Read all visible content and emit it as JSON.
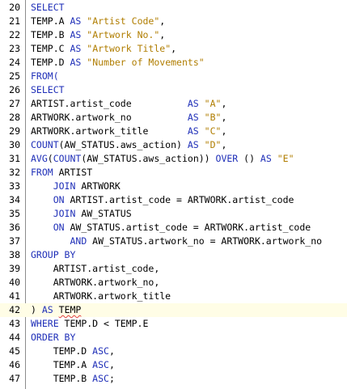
{
  "editor": {
    "language": "sql",
    "colors": {
      "keyword": "#1f2fb8",
      "string": "#b07d00",
      "text": "#000000",
      "current_line": "#fffde6",
      "squiggle": "#e04040"
    },
    "current_line": 42,
    "lines": [
      {
        "n": "20",
        "tokens": [
          {
            "t": "SELECT",
            "c": "kw"
          }
        ]
      },
      {
        "n": "21",
        "tokens": [
          {
            "t": "TEMP.A ",
            "c": "tx"
          },
          {
            "t": "AS",
            "c": "kw"
          },
          {
            "t": " ",
            "c": "tx"
          },
          {
            "t": "\"Artist Code\"",
            "c": "str"
          },
          {
            "t": ",",
            "c": "tx"
          }
        ]
      },
      {
        "n": "22",
        "tokens": [
          {
            "t": "TEMP.B ",
            "c": "tx"
          },
          {
            "t": "AS",
            "c": "kw"
          },
          {
            "t": " ",
            "c": "tx"
          },
          {
            "t": "\"Artwork No.\"",
            "c": "str"
          },
          {
            "t": ",",
            "c": "tx"
          }
        ]
      },
      {
        "n": "23",
        "tokens": [
          {
            "t": "TEMP.C ",
            "c": "tx"
          },
          {
            "t": "AS",
            "c": "kw"
          },
          {
            "t": " ",
            "c": "tx"
          },
          {
            "t": "\"Artwork Title\"",
            "c": "str"
          },
          {
            "t": ",",
            "c": "tx"
          }
        ]
      },
      {
        "n": "24",
        "tokens": [
          {
            "t": "TEMP.D ",
            "c": "tx"
          },
          {
            "t": "AS",
            "c": "kw"
          },
          {
            "t": " ",
            "c": "tx"
          },
          {
            "t": "\"Number of Movements\"",
            "c": "str"
          }
        ]
      },
      {
        "n": "25",
        "tokens": [
          {
            "t": "FROM(",
            "c": "kw"
          }
        ]
      },
      {
        "n": "26",
        "tokens": [
          {
            "t": "SELECT",
            "c": "kw"
          }
        ]
      },
      {
        "n": "27",
        "tokens": [
          {
            "t": "ARTIST.artist_code          ",
            "c": "tx"
          },
          {
            "t": "AS",
            "c": "kw"
          },
          {
            "t": " ",
            "c": "tx"
          },
          {
            "t": "\"A\"",
            "c": "str"
          },
          {
            "t": ",",
            "c": "tx"
          }
        ]
      },
      {
        "n": "28",
        "tokens": [
          {
            "t": "ARTWORK.artwork_no          ",
            "c": "tx"
          },
          {
            "t": "AS",
            "c": "kw"
          },
          {
            "t": " ",
            "c": "tx"
          },
          {
            "t": "\"B\"",
            "c": "str"
          },
          {
            "t": ",",
            "c": "tx"
          }
        ]
      },
      {
        "n": "29",
        "tokens": [
          {
            "t": "ARTWORK.artwork_title       ",
            "c": "tx"
          },
          {
            "t": "AS",
            "c": "kw"
          },
          {
            "t": " ",
            "c": "tx"
          },
          {
            "t": "\"C\"",
            "c": "str"
          },
          {
            "t": ",",
            "c": "tx"
          }
        ]
      },
      {
        "n": "30",
        "tokens": [
          {
            "t": "COUNT",
            "c": "kw"
          },
          {
            "t": "(AW_STATUS.aws_action) ",
            "c": "tx"
          },
          {
            "t": "AS",
            "c": "kw"
          },
          {
            "t": " ",
            "c": "tx"
          },
          {
            "t": "\"D\"",
            "c": "str"
          },
          {
            "t": ",",
            "c": "tx"
          }
        ]
      },
      {
        "n": "31",
        "tokens": [
          {
            "t": "AVG",
            "c": "kw"
          },
          {
            "t": "(",
            "c": "tx"
          },
          {
            "t": "COUNT",
            "c": "kw"
          },
          {
            "t": "(AW_STATUS.aws_action)) ",
            "c": "tx"
          },
          {
            "t": "OVER",
            "c": "kw"
          },
          {
            "t": " () ",
            "c": "tx"
          },
          {
            "t": "AS",
            "c": "kw"
          },
          {
            "t": " ",
            "c": "tx"
          },
          {
            "t": "\"E\"",
            "c": "str"
          }
        ]
      },
      {
        "n": "32",
        "tokens": [
          {
            "t": "FROM",
            "c": "kw"
          },
          {
            "t": " ARTIST",
            "c": "tx"
          }
        ]
      },
      {
        "n": "33",
        "tokens": [
          {
            "t": "    ",
            "c": "tx"
          },
          {
            "t": "JOIN",
            "c": "kw"
          },
          {
            "t": " ARTWORK",
            "c": "tx"
          }
        ]
      },
      {
        "n": "34",
        "tokens": [
          {
            "t": "    ",
            "c": "tx"
          },
          {
            "t": "ON",
            "c": "kw"
          },
          {
            "t": " ARTIST.artist_code = ARTWORK.artist_code",
            "c": "tx"
          }
        ]
      },
      {
        "n": "35",
        "tokens": [
          {
            "t": "    ",
            "c": "tx"
          },
          {
            "t": "JOIN",
            "c": "kw"
          },
          {
            "t": " AW_STATUS",
            "c": "tx"
          }
        ]
      },
      {
        "n": "36",
        "tokens": [
          {
            "t": "    ",
            "c": "tx"
          },
          {
            "t": "ON",
            "c": "kw"
          },
          {
            "t": " AW_STATUS.artist_code = ARTWORK.artist_code",
            "c": "tx"
          }
        ]
      },
      {
        "n": "37",
        "tokens": [
          {
            "t": "       ",
            "c": "tx"
          },
          {
            "t": "AND",
            "c": "kw"
          },
          {
            "t": " AW_STATUS.artwork_no = ARTWORK.artwork_no",
            "c": "tx"
          }
        ]
      },
      {
        "n": "38",
        "tokens": [
          {
            "t": "GROUP BY",
            "c": "kw"
          }
        ]
      },
      {
        "n": "39",
        "tokens": [
          {
            "t": "    ARTIST.artist_code,",
            "c": "tx"
          }
        ]
      },
      {
        "n": "40",
        "tokens": [
          {
            "t": "    ARTWORK.artwork_no,",
            "c": "tx"
          }
        ]
      },
      {
        "n": "41",
        "tokens": [
          {
            "t": "    ARTWORK.artwork_title",
            "c": "tx"
          }
        ]
      },
      {
        "n": "42",
        "tokens": [
          {
            "t": ") ",
            "c": "tx"
          },
          {
            "t": "AS",
            "c": "kw"
          },
          {
            "t": " ",
            "c": "tx"
          },
          {
            "t": "TEMP",
            "c": "sq"
          }
        ]
      },
      {
        "n": "43",
        "tokens": [
          {
            "t": "WHERE",
            "c": "kw"
          },
          {
            "t": " TEMP.D < TEMP.E",
            "c": "tx"
          }
        ]
      },
      {
        "n": "44",
        "tokens": [
          {
            "t": "ORDER BY",
            "c": "kw"
          }
        ]
      },
      {
        "n": "45",
        "tokens": [
          {
            "t": "    TEMP.D ",
            "c": "tx"
          },
          {
            "t": "ASC",
            "c": "kw"
          },
          {
            "t": ",",
            "c": "tx"
          }
        ]
      },
      {
        "n": "46",
        "tokens": [
          {
            "t": "    TEMP.A ",
            "c": "tx"
          },
          {
            "t": "ASC",
            "c": "kw"
          },
          {
            "t": ",",
            "c": "tx"
          }
        ]
      },
      {
        "n": "47",
        "tokens": [
          {
            "t": "    TEMP.B ",
            "c": "tx"
          },
          {
            "t": "ASC",
            "c": "kw"
          },
          {
            "t": ";",
            "c": "tx"
          }
        ]
      }
    ]
  }
}
